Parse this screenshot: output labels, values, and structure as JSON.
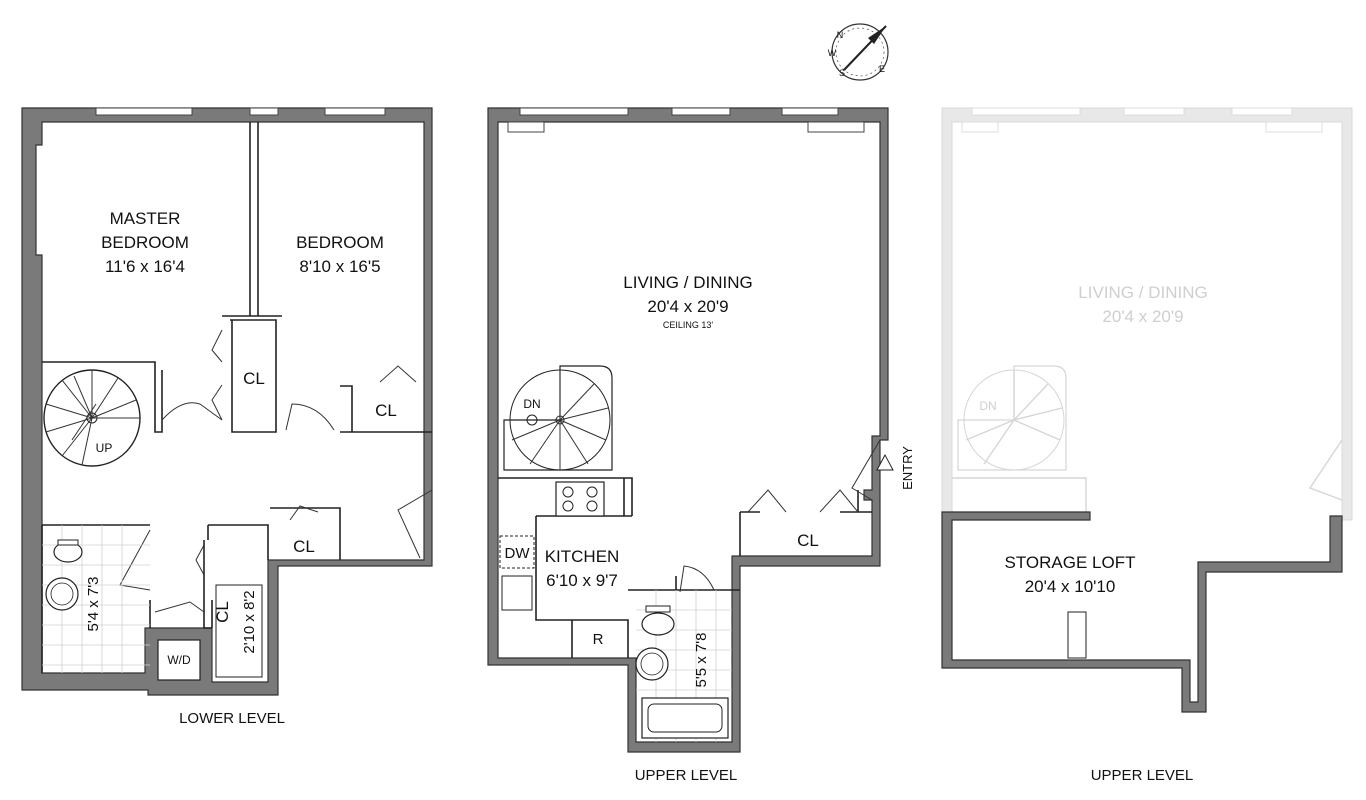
{
  "compass": {
    "letters": [
      "N",
      "E",
      "S",
      "W"
    ]
  },
  "lower_level": {
    "caption": "LOWER LEVEL",
    "master_bedroom": {
      "name_line1": "MASTER",
      "name_line2": "BEDROOM",
      "size": "11'6 x 16'4"
    },
    "bedroom": {
      "name": "BEDROOM",
      "size": "8'10 x 16'5"
    },
    "closet_a": "CL",
    "closet_b": "CL",
    "closet_c": "CL",
    "closet_d": "CL",
    "closet_d_size": "2'10 x 8'2",
    "bath_size": "5'4 x 7'3",
    "laundry": "W/D",
    "stair": "UP"
  },
  "upper_level": {
    "caption": "UPPER LEVEL",
    "living": {
      "name": "LIVING / DINING",
      "size": "20'4 x 20'9",
      "ceiling": "CEILING 13'"
    },
    "kitchen": {
      "name": "KITCHEN",
      "size": "6'10 x 9'7"
    },
    "dishwasher": "DW",
    "fridge": "R",
    "closet": "CL",
    "bath_size": "5'5 x 7'8",
    "entry": "ENTRY",
    "stair": "DN"
  },
  "loft_level": {
    "caption": "UPPER LEVEL",
    "living": {
      "name": "LIVING / DINING",
      "size": "20'4 x 20'9"
    },
    "storage": {
      "name": "STORAGE LOFT",
      "size": "20'4 x 10'10"
    },
    "stair": "DN"
  }
}
